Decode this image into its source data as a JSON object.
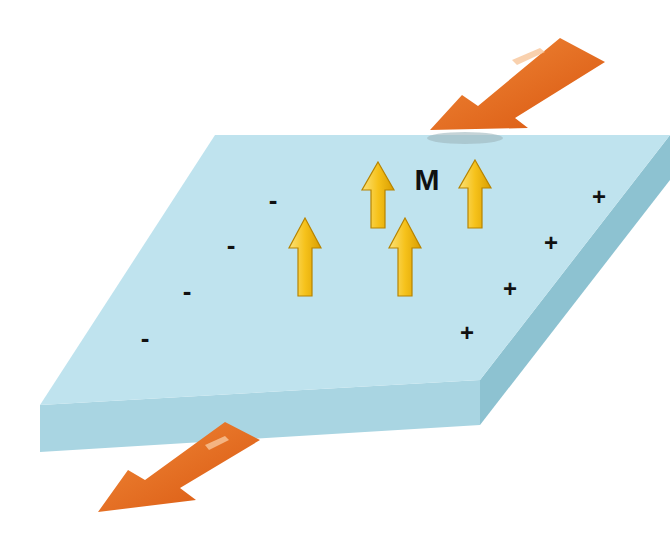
{
  "diagram": {
    "labels": [
      "M",
      "-",
      "-",
      "-",
      "-",
      "+",
      "+",
      "+",
      "+"
    ]
  }
}
